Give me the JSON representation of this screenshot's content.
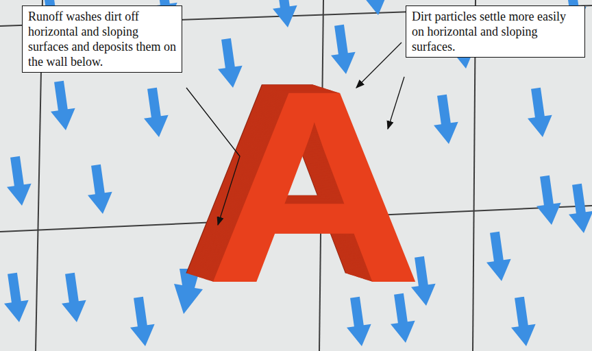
{
  "diagram": {
    "nodes": [
      {
        "text": [
          "Runoff washes dirt off horizontal and sloping surfaces and deposits them on the wall below."
        ]
      },
      {
        "text": [
          "Dirt particles settle more easily on horizontal and sloping surfaces."
        ]
      }
    ],
    "labels": [
      "A"
    ]
  }
}
